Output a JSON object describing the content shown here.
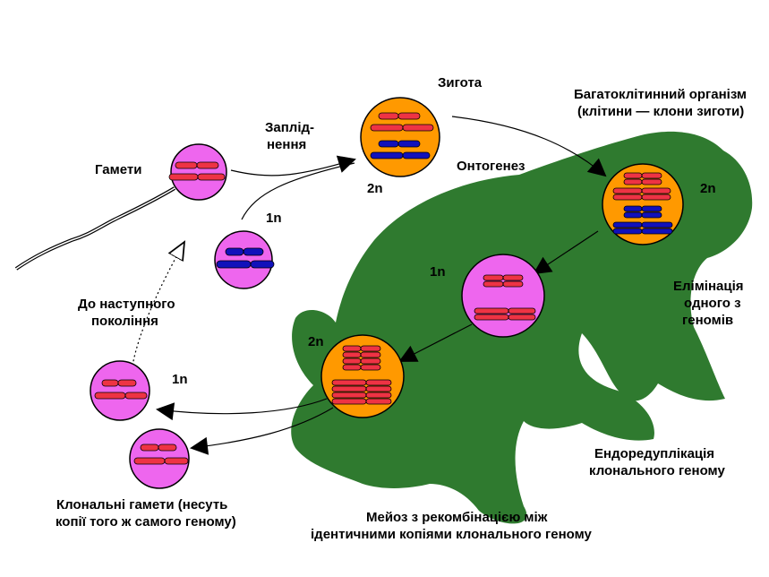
{
  "labels": {
    "gametes": "Гамети",
    "fertilization_line1": "Заплід-",
    "fertilization_line2": "нення",
    "zygote": "Зигота",
    "ontogenesis": "Онтогенез",
    "multicellular_line1": "Багатоклітинний організм",
    "multicellular_line2": "(клітини — клони зиготи)",
    "elimination_line1": "Елімінація",
    "elimination_line2": "одного з",
    "elimination_line3": "геномів",
    "endoreduplication_line1": "Ендоредуплікація",
    "endoreduplication_line2": "клонального геному",
    "meiosis_line1": "Мейоз з рекомбінацією між",
    "meiosis_line2": "ідентичними копіями клонального геному",
    "clonal_gametes_line1": "Клональні гамети (несуть",
    "clonal_gametes_line2": "копії того ж самого геному)",
    "next_generation_line1": "До наступного",
    "next_generation_line2": "покоління",
    "ploidy_2n": "2n",
    "ploidy_1n": "1n"
  },
  "colors": {
    "frog": "#2f7a2f",
    "haploid_cell": "#ee66ee",
    "diploid_cell": "#ff9900",
    "maternal_chromosome": "#ee3344",
    "paternal_chromosome": "#1111bb"
  }
}
